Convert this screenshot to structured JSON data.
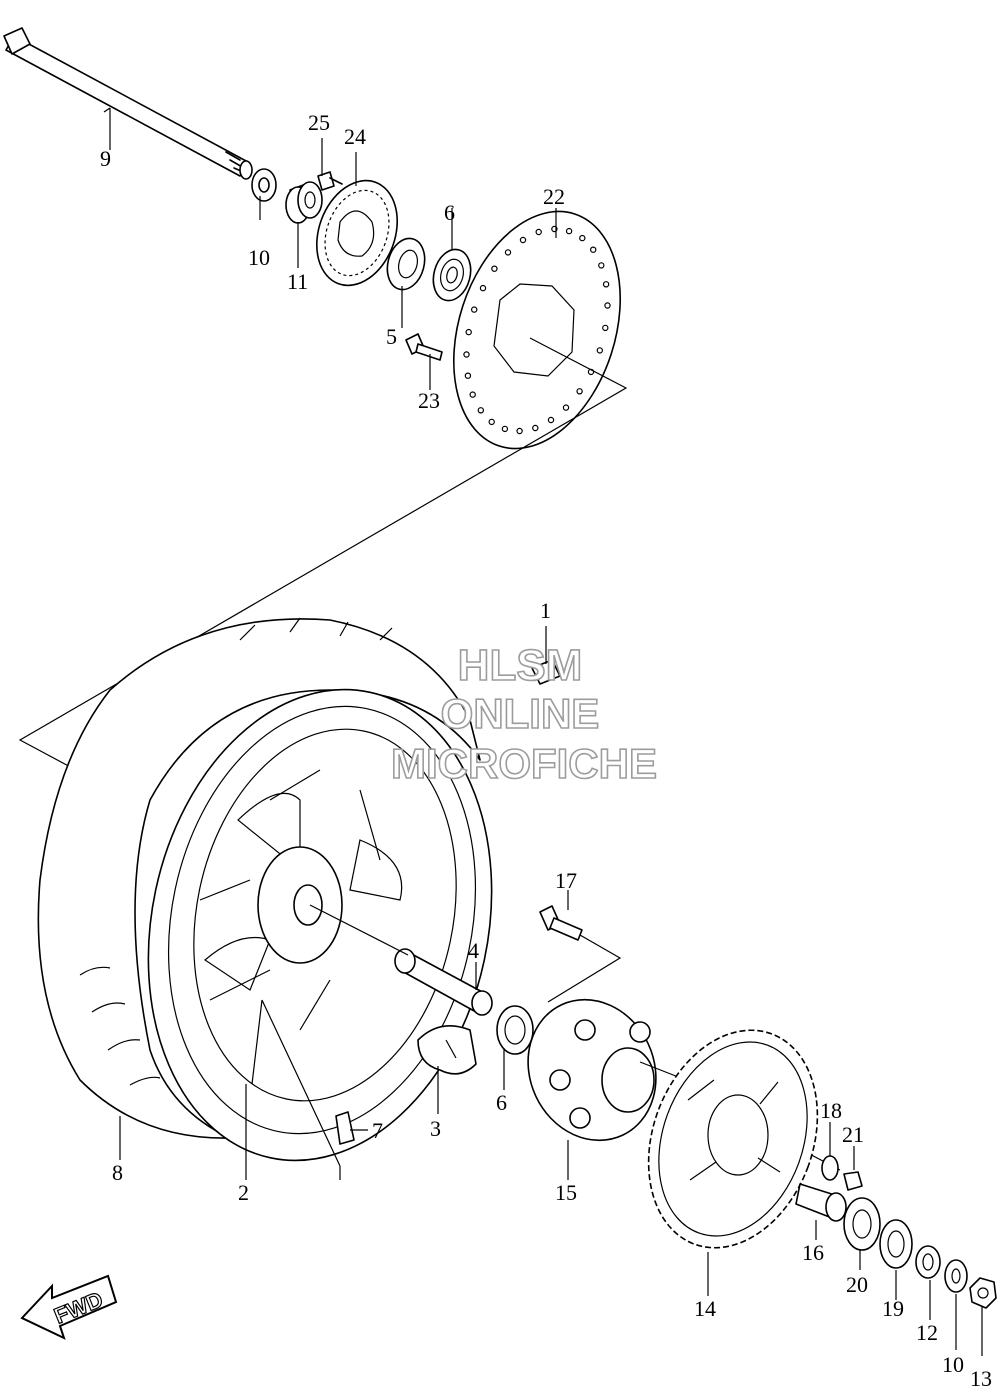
{
  "diagram": {
    "callouts": [
      {
        "id": "c1",
        "label": "1"
      },
      {
        "id": "c2",
        "label": "2"
      },
      {
        "id": "c3",
        "label": "3"
      },
      {
        "id": "c4",
        "label": "4"
      },
      {
        "id": "c5",
        "label": "5"
      },
      {
        "id": "c6a",
        "label": "6"
      },
      {
        "id": "c6b",
        "label": "6"
      },
      {
        "id": "c7",
        "label": "7"
      },
      {
        "id": "c8",
        "label": "8"
      },
      {
        "id": "c9",
        "label": "9"
      },
      {
        "id": "c10a",
        "label": "10"
      },
      {
        "id": "c10b",
        "label": "10"
      },
      {
        "id": "c11",
        "label": "11"
      },
      {
        "id": "c12",
        "label": "12"
      },
      {
        "id": "c13",
        "label": "13"
      },
      {
        "id": "c14",
        "label": "14"
      },
      {
        "id": "c15",
        "label": "15"
      },
      {
        "id": "c16",
        "label": "16"
      },
      {
        "id": "c17",
        "label": "17"
      },
      {
        "id": "c18",
        "label": "18"
      },
      {
        "id": "c19",
        "label": "19"
      },
      {
        "id": "c20",
        "label": "20"
      },
      {
        "id": "c21",
        "label": "21"
      },
      {
        "id": "c22",
        "label": "22"
      },
      {
        "id": "c23",
        "label": "23"
      },
      {
        "id": "c24",
        "label": "24"
      },
      {
        "id": "c25",
        "label": "25"
      }
    ]
  },
  "watermark": {
    "line1": "HLSM",
    "line2": "ONLINE",
    "line3": "MICROFICHE",
    "color": "#9c9c9c"
  },
  "direction_badge": {
    "label": "FWD",
    "icon": "fwd-arrow-icon"
  }
}
